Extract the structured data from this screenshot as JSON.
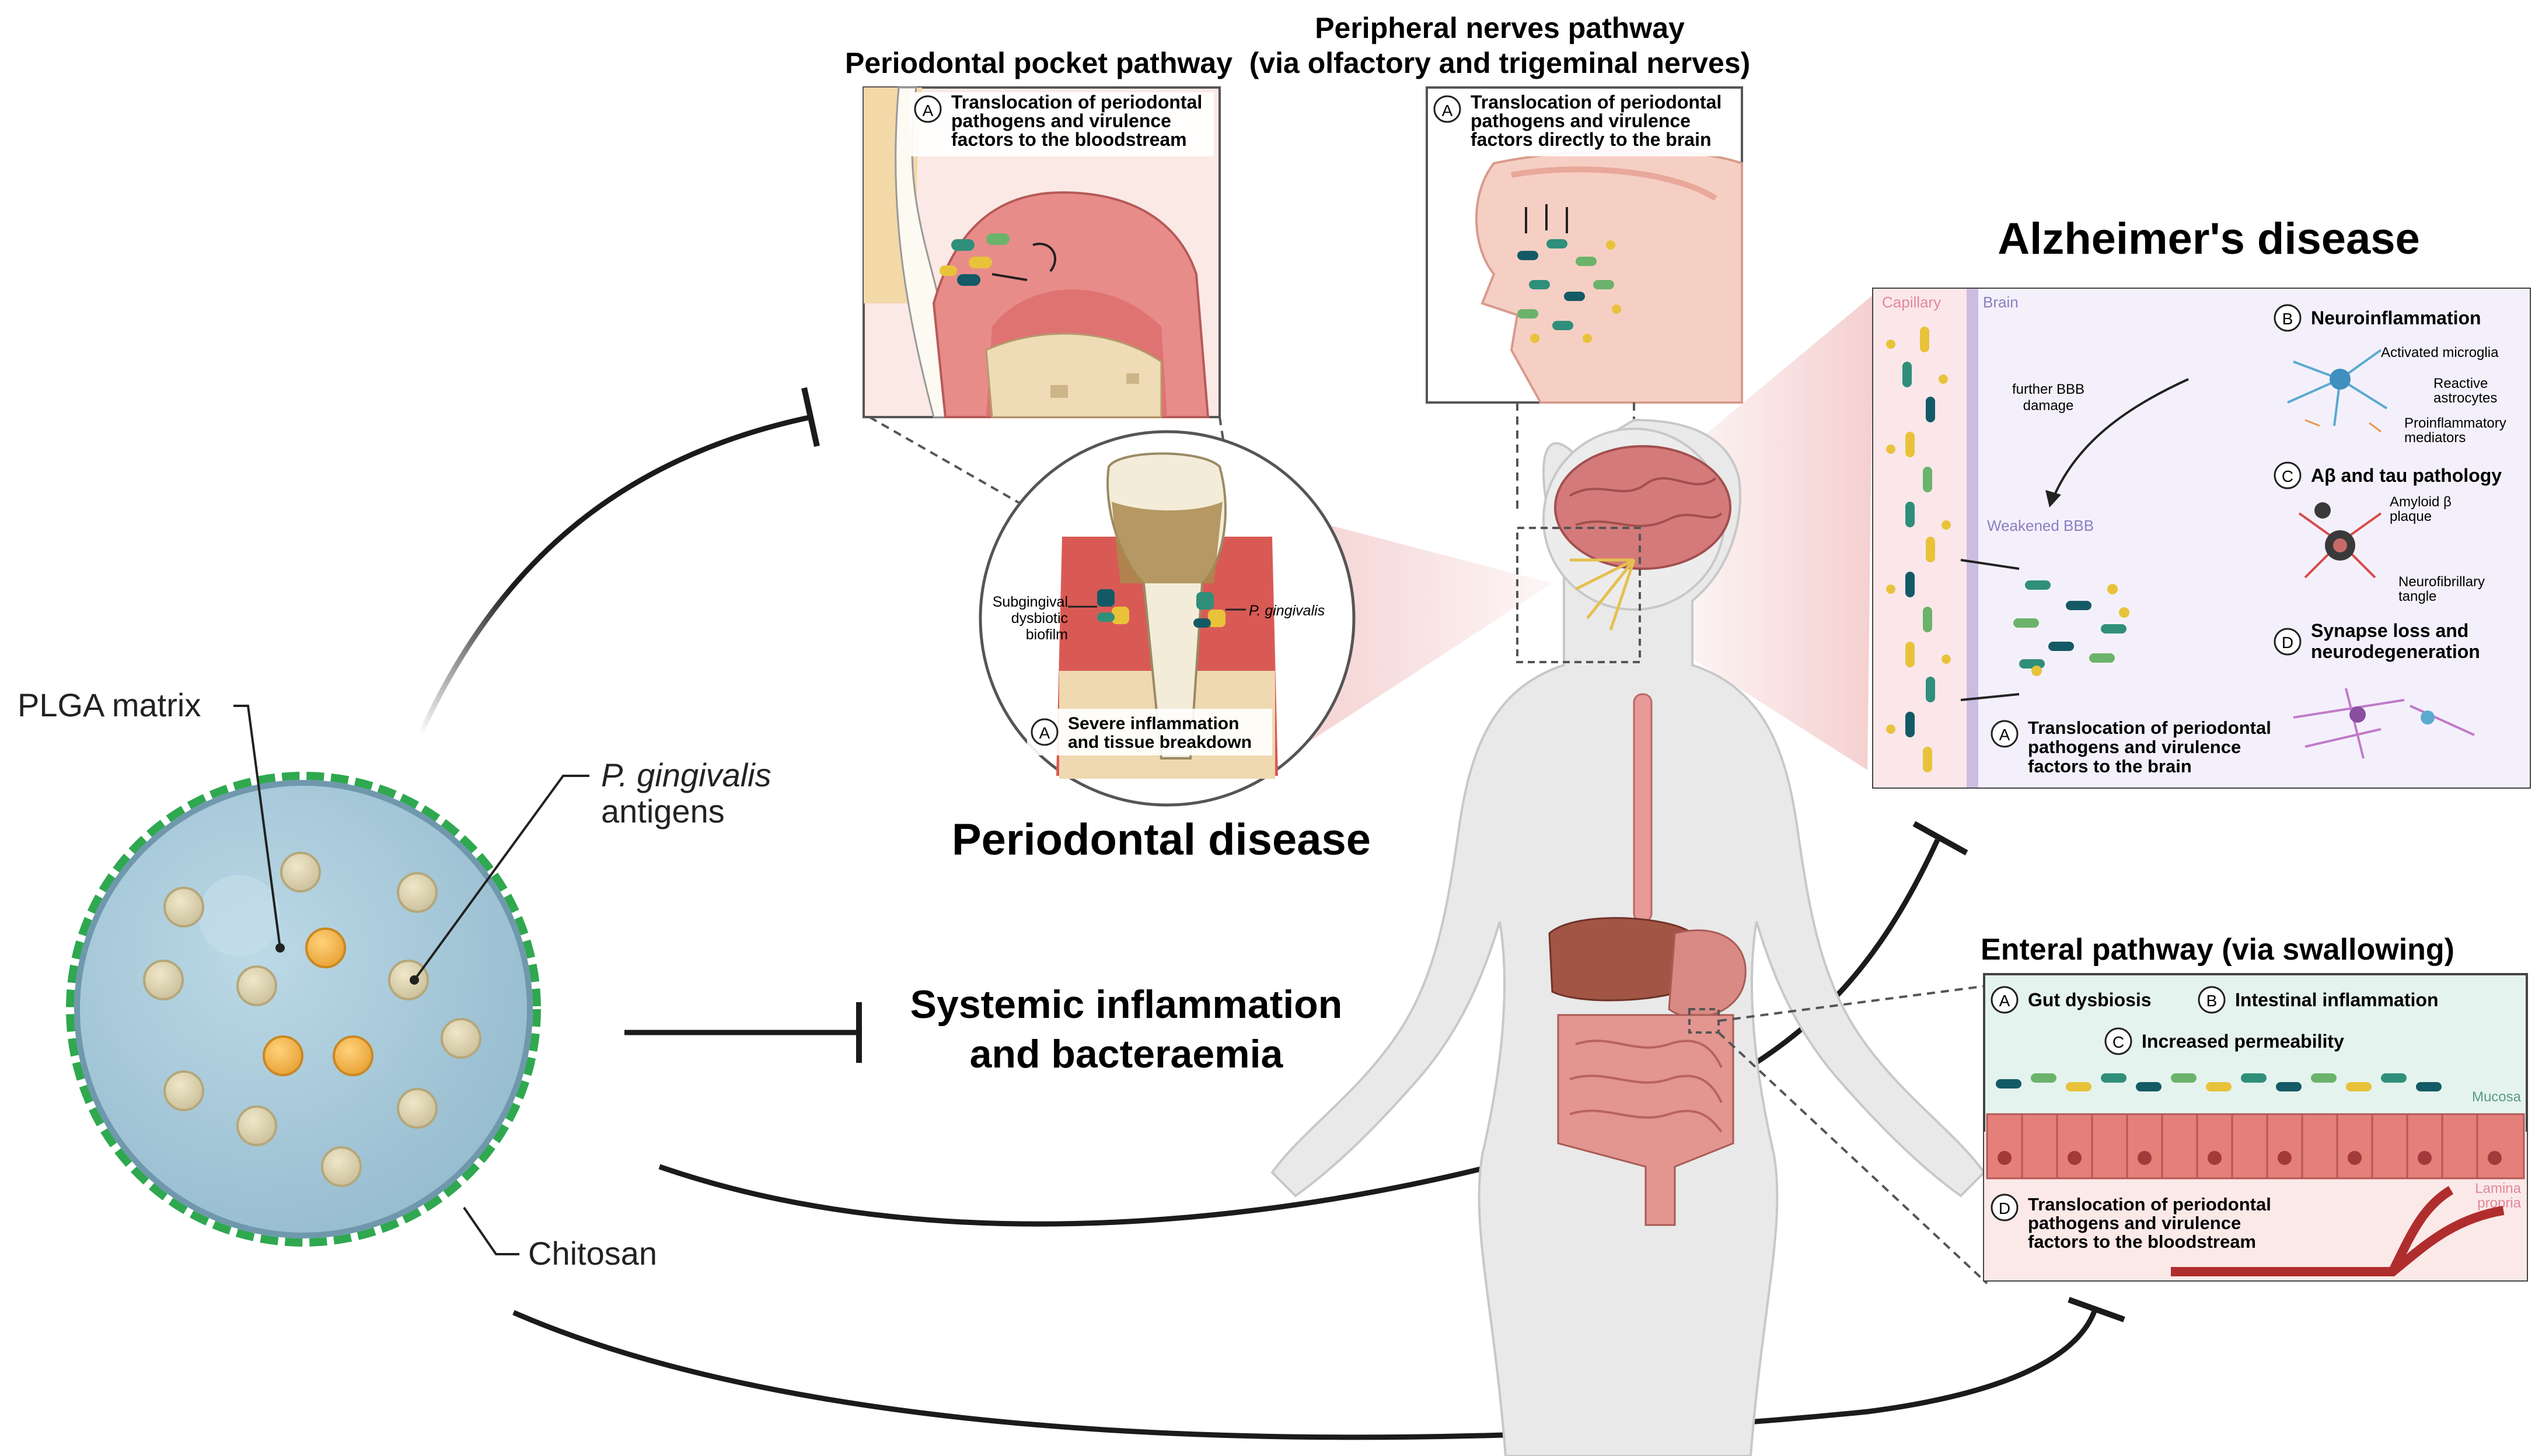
{
  "nanoparticle": {
    "plga_label": "PLGA matrix",
    "antigen_label_italic": "P. gingivalis",
    "antigen_label_rest": "antigens",
    "chitosan_label": "Chitosan"
  },
  "periodontal_pocket": {
    "title": "Periodontal pocket pathway",
    "step_letter": "A",
    "step_lines": [
      "Translocation of periodontal",
      "pathogens and virulence",
      "factors to the bloodstream"
    ]
  },
  "peripheral_nerves": {
    "title_line1": "Peripheral nerves pathway",
    "title_line2": "(via olfactory and trigeminal nerves)",
    "step_letter": "A",
    "step_lines": [
      "Translocation of periodontal",
      "pathogens and virulence",
      "factors directly to the brain"
    ]
  },
  "periodontal_disease": {
    "title": "Periodontal disease",
    "biofilm_lines": [
      "Subgingival",
      "dysbiotic",
      "biofilm"
    ],
    "pathogen_label": "P. gingivalis",
    "step_letter": "A",
    "step_lines": [
      "Severe inflammation",
      "and tissue breakdown"
    ]
  },
  "systemic": {
    "line1": "Systemic inflammation",
    "line2": "and bacteraemia"
  },
  "alzheimers": {
    "title": "Alzheimer's disease",
    "capillary_label": "Capillary",
    "brain_label": "Brain",
    "bbb_damage_lines": [
      "further BBB",
      "damage"
    ],
    "weakened_bbb": "Weakened BBB",
    "translocation_letter": "A",
    "translocation_lines": [
      "Translocation of periodontal",
      "pathogens and virulence",
      "factors to the brain"
    ],
    "neuroinflammation": {
      "letter": "B",
      "title": "Neuroinflammation",
      "microglia": "Activated microglia",
      "astrocytes_lines": [
        "Reactive",
        "astrocytes"
      ],
      "mediators_lines": [
        "Proinflammatory",
        "mediators"
      ]
    },
    "abeta_tau": {
      "letter": "C",
      "title": "Aβ and tau pathology",
      "amyloid_lines": [
        "Amyloid β",
        "plaque"
      ],
      "tangle_lines": [
        "Neurofibrillary",
        "tangle"
      ]
    },
    "synapse": {
      "letter": "D",
      "title_lines": [
        "Synapse loss and",
        "neurodegeneration"
      ]
    }
  },
  "enteral": {
    "title": "Enteral pathway (via swallowing)",
    "a_letter": "A",
    "a_label": "Gut dysbiosis",
    "b_letter": "B",
    "b_label": "Intestinal inflammation",
    "c_letter": "C",
    "c_label": "Increased permeability",
    "mucosa_label": "Mucosa",
    "lamina_lines": [
      "Lamina",
      "propria"
    ],
    "d_letter": "D",
    "d_lines": [
      "Translocation of periodontal",
      "pathogens and virulence",
      "factors to the bloodstream"
    ]
  },
  "colors": {
    "gum": "#d9706f",
    "nanoparticle_fill": "#a9c9d8",
    "chitosan": "#2fa84f",
    "antigen": "#e9b23b",
    "capillary_red": "#e0899a",
    "brain_purple": "#8a7fc0"
  }
}
